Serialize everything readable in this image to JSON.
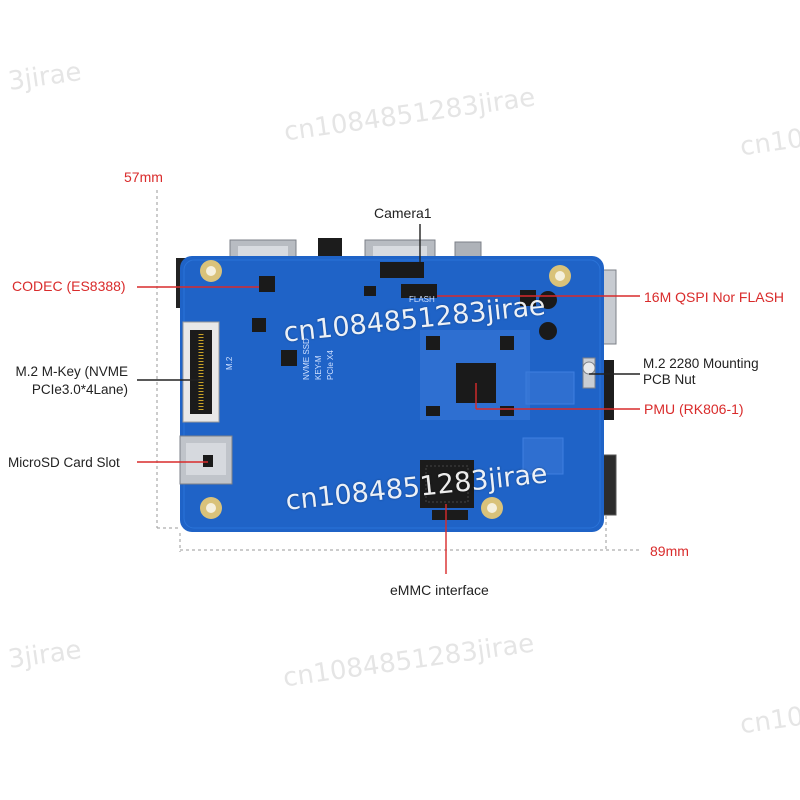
{
  "dimensions": {
    "width": "57mm",
    "length": "89mm"
  },
  "callouts": {
    "camera": "Camera1",
    "codec": "CODEC (ES8388)",
    "flash": "16M QSPI Nor FLASH",
    "m2_key_line1": "M.2 M-Key (NVME",
    "m2_key_line2": "PCIe3.0*4Lane)",
    "m2_nut_line1": "M.2 2280 Mounting",
    "m2_nut_line2": "PCB Nut",
    "pmu": "PMU (RK806-1)",
    "sd_slot": "MicroSD Card Slot",
    "emmc": "eMMC interface"
  },
  "silkscreen": {
    "ssd": "NVME SSD",
    "key": "KEY-M",
    "pcie": "PCIe X4",
    "flash": "FLASH",
    "m2": "M.2"
  },
  "watermark": {
    "text": "cn1084851283jirae",
    "frag_a": "3jirae",
    "frag_b": "cn10",
    "frag_c": "cn1084851283jirae"
  },
  "colors": {
    "board": "#1f63c7",
    "callout_red": "#d92b2b",
    "callout_dark": "#222222"
  }
}
